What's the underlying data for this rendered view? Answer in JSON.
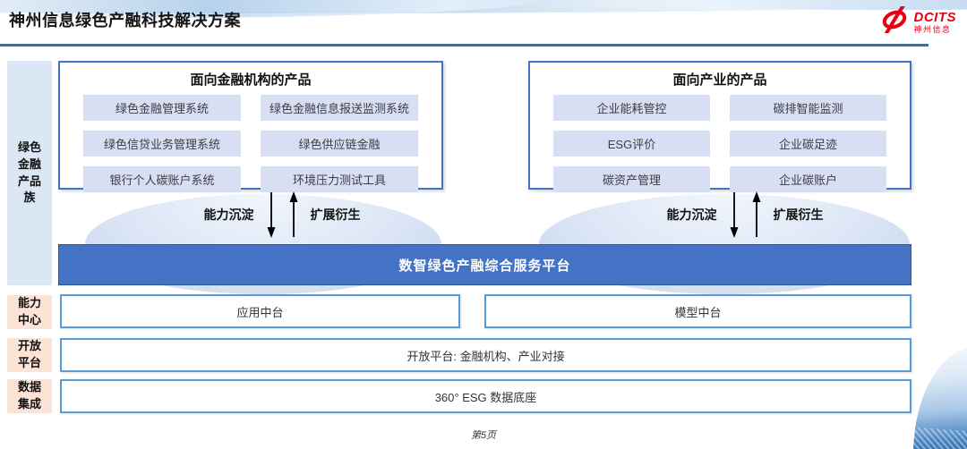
{
  "header": {
    "title": "神州信息绿色产融科技解决方案",
    "logo": {
      "brand": "DCITS",
      "brand_cn": "神州信息",
      "color": "#e60012"
    }
  },
  "sidebar": {
    "product_family_label": "绿色金融产品族",
    "capability_center_label": "能力中心",
    "open_platform_label": "开放平台",
    "data_integration_label": "数据集成"
  },
  "financial_box": {
    "title": "面向金融机构的产品",
    "items": [
      "绿色金融管理系统",
      "绿色金融信息报送监测系统",
      "绿色信贷业务管理系统",
      "绿色供应链金融",
      "银行个人碳账户系统",
      "环境压力测试工具"
    ]
  },
  "industry_box": {
    "title": "面向产业的产品",
    "items": [
      "企业能耗管控",
      "碳排智能监测",
      "ESG评价",
      "企业碳足迹",
      "碳资产管理",
      "企业碳账户"
    ]
  },
  "arrow_groups": [
    {
      "down_label": "能力沉淀",
      "up_label": "扩展衍生"
    },
    {
      "down_label": "能力沉淀",
      "up_label": "扩展衍生"
    }
  ],
  "platform_bar": {
    "label": "数智绿色产融综合服务平台"
  },
  "middle_row": {
    "left": "应用中台",
    "right": "模型中台"
  },
  "open_platform_row": {
    "label": "开放平台: 金融机构、产业对接"
  },
  "data_row": {
    "label": "360° ESG 数据底座"
  },
  "footer": {
    "page_number": "第5页"
  },
  "colors": {
    "accent_blue": "#4472c4",
    "bar_border_blue": "#2f5597",
    "light_border_blue": "#5b9bd5",
    "underline_blue": "#2e74b5",
    "item_bg": "#d9dff2",
    "sidebar_blue_bg": "#dbe7f5",
    "sidebar_peach_bg": "#fbe3d6",
    "logo_red": "#e60012"
  }
}
